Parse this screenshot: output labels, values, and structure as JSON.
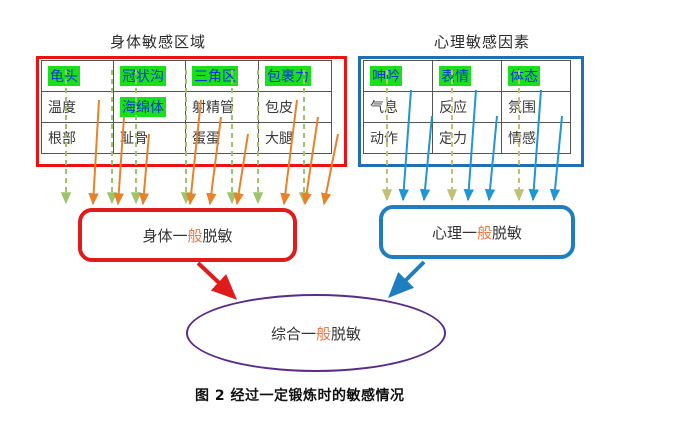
{
  "figure": {
    "caption": "图 2 经过一定锻炼时的敏感情况"
  },
  "left_section": {
    "title": "身体敏感区域",
    "border_color": "#ee1111",
    "table": {
      "rows": [
        [
          {
            "text": "龟头",
            "highlight": true
          },
          {
            "text": "冠状沟",
            "highlight": true
          },
          {
            "text": "三角区",
            "highlight": true
          },
          {
            "text": "包裹力",
            "highlight": true
          }
        ],
        [
          {
            "text": "温度",
            "highlight": false
          },
          {
            "text": "海绵体",
            "highlight": true
          },
          {
            "text": "射精管",
            "highlight": false
          },
          {
            "text": "包皮",
            "highlight": false
          }
        ],
        [
          {
            "text": "根部",
            "highlight": false
          },
          {
            "text": "耻骨",
            "highlight": false
          },
          {
            "text": "蛋蛋",
            "highlight": false
          },
          {
            "text": "大腿",
            "highlight": false
          }
        ]
      ]
    },
    "result_box": {
      "prefix": "身体一",
      "accent": "般",
      "suffix": "脱敏",
      "border_color": "#e01b1b"
    }
  },
  "right_section": {
    "title": "心理敏感因素",
    "border_color": "#1f6fb2",
    "table": {
      "rows": [
        [
          {
            "text": "呻吟",
            "highlight": true
          },
          {
            "text": "表情",
            "highlight": true
          },
          {
            "text": "体态",
            "highlight": true
          }
        ],
        [
          {
            "text": "气息",
            "highlight": false
          },
          {
            "text": "反应",
            "highlight": false
          },
          {
            "text": "氛围",
            "highlight": false
          }
        ],
        [
          {
            "text": "动作",
            "highlight": false
          },
          {
            "text": "定力",
            "highlight": false
          },
          {
            "text": "情感",
            "highlight": false
          }
        ]
      ]
    },
    "result_box": {
      "prefix": "心理一",
      "accent": "般",
      "suffix": "脱敏",
      "border_color": "#1f7ec0"
    }
  },
  "summary_ellipse": {
    "prefix": "综合一",
    "accent": "般",
    "suffix": "脱敏",
    "border_color": "#5b2b8a"
  },
  "colors": {
    "highlight_green": "#19e019",
    "cell_highlight_text": "#0b37d6",
    "accent_orange": "#ee7744",
    "arrow_orange": "#e8822a",
    "arrow_green_dashed": "#9dc46a",
    "arrow_blue": "#2196d3",
    "arrow_olive_dashed": "#c3bf77",
    "arrow_red_link": "#e01b1b",
    "arrow_blue_link": "#1f7ec0"
  }
}
